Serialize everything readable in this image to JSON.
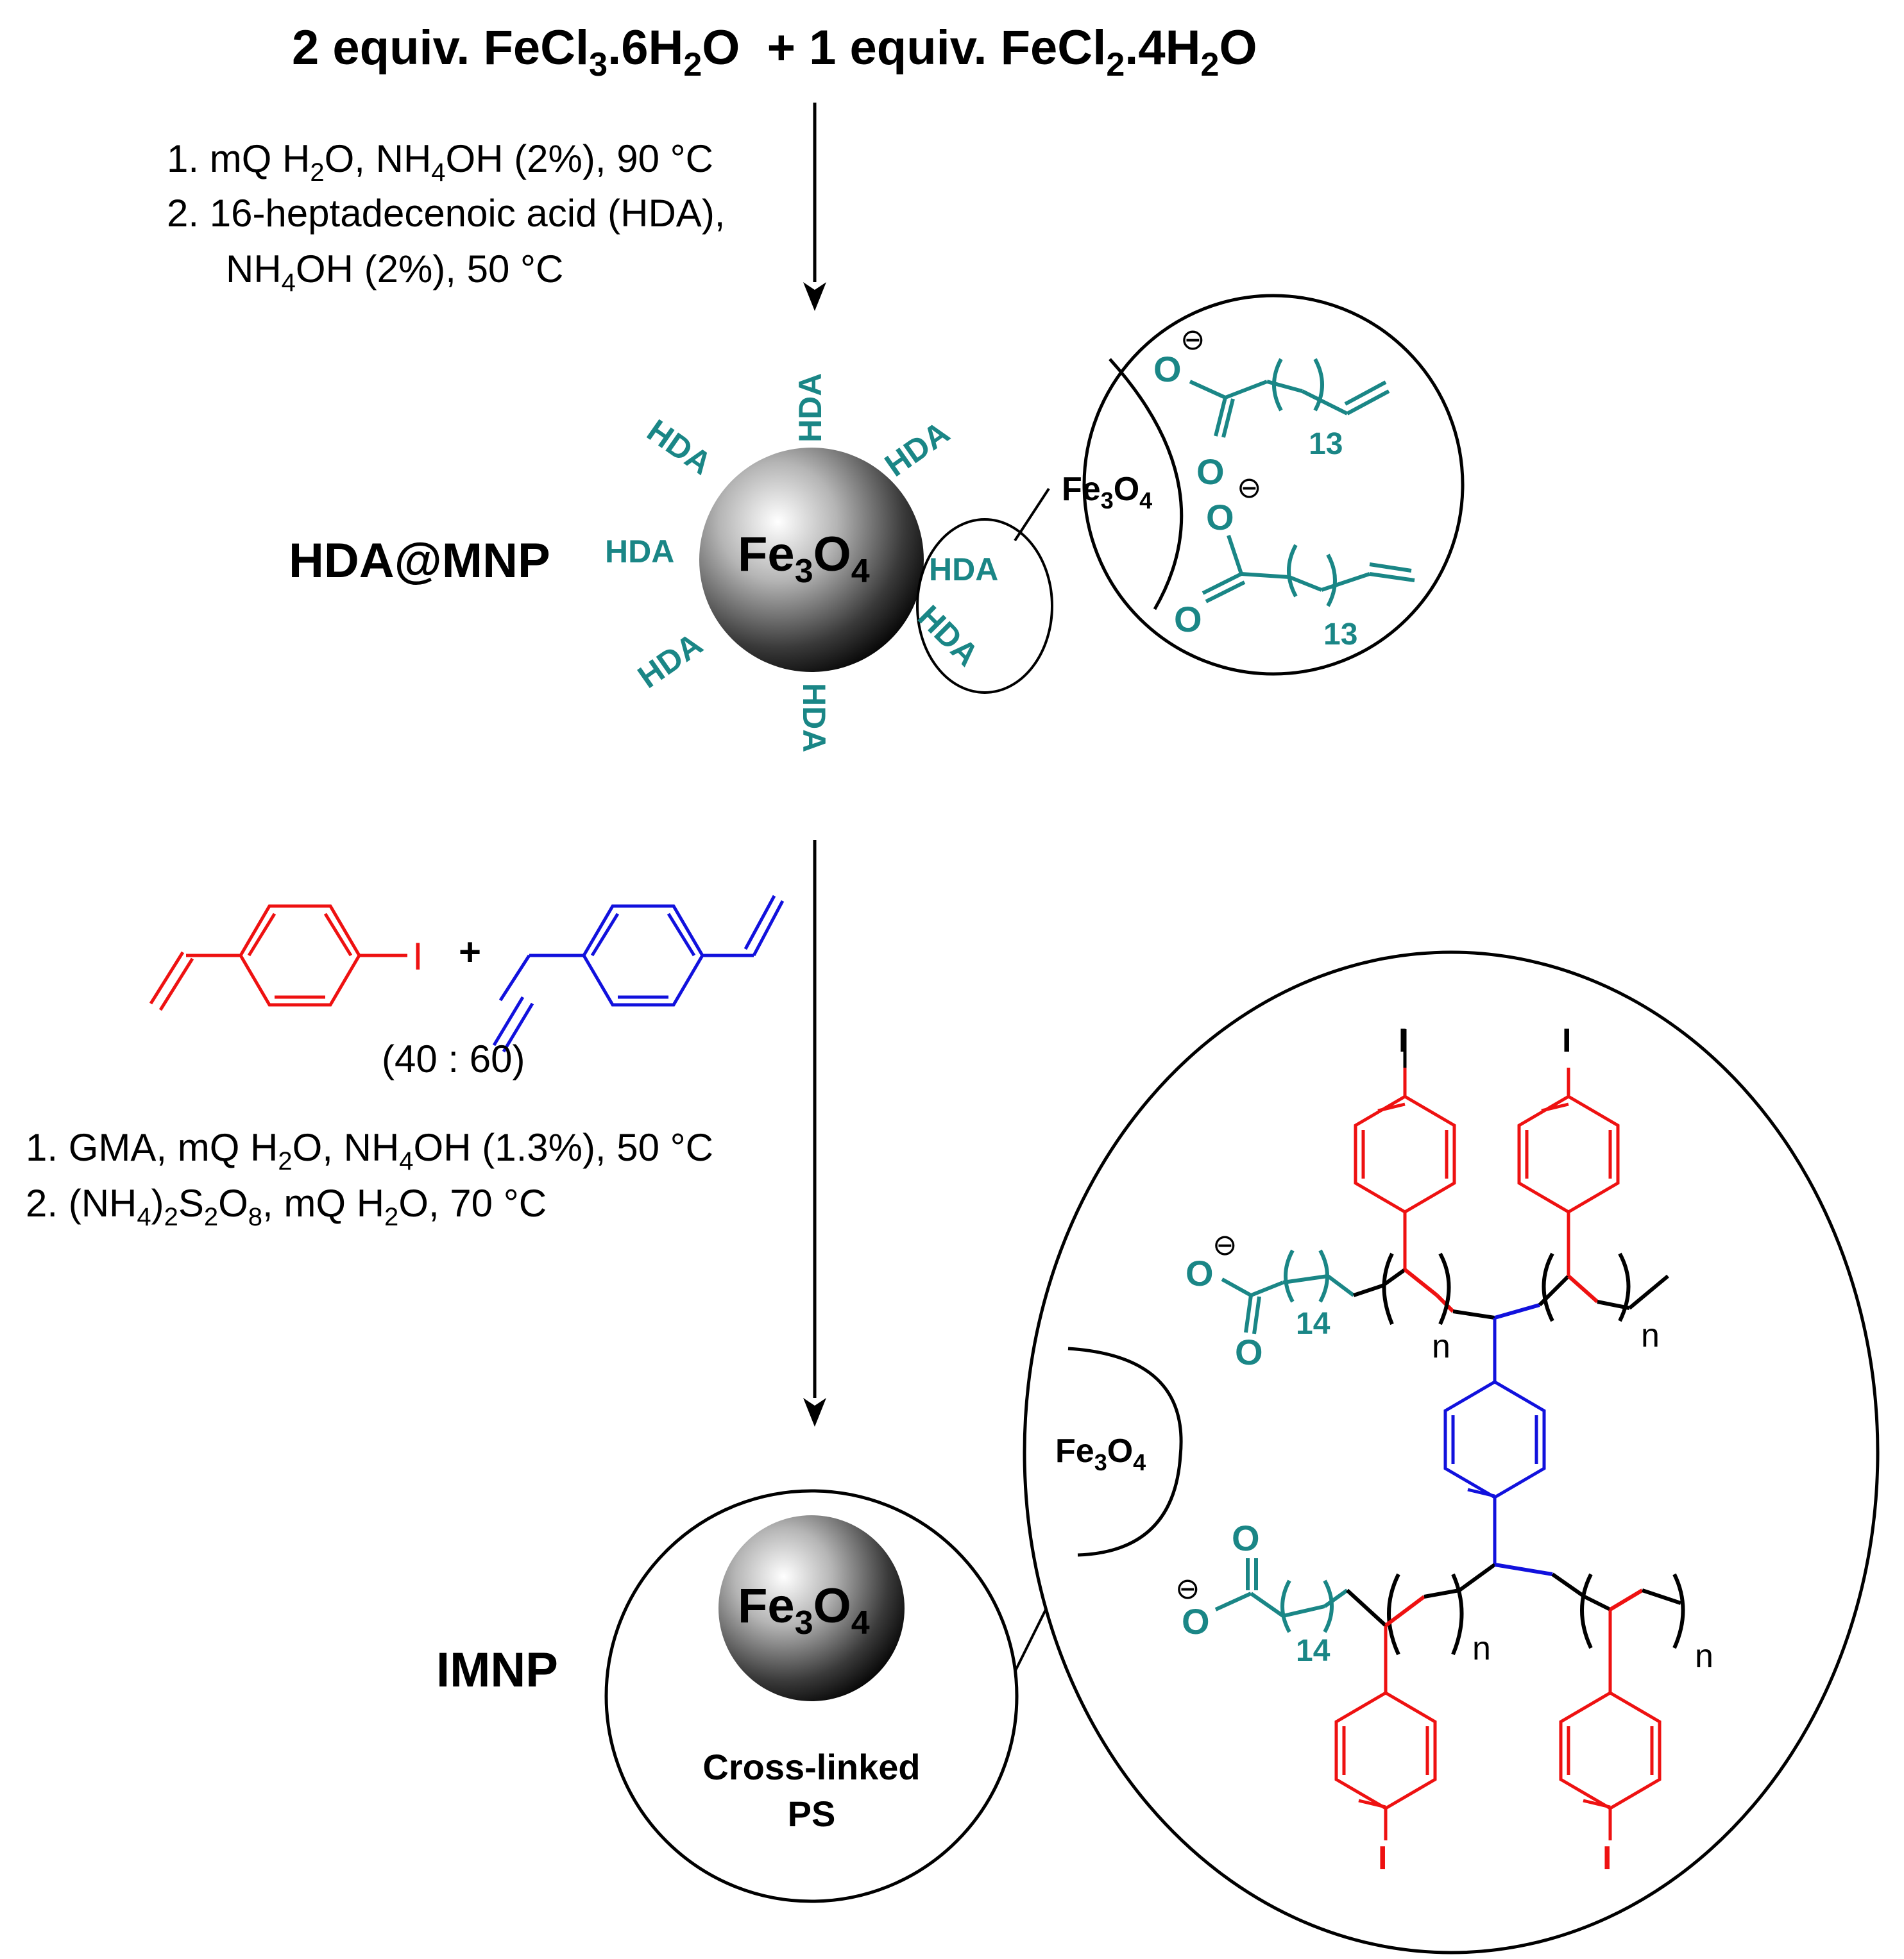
{
  "colors": {
    "black": "#000000",
    "teal": "#1a8686",
    "red": "#ee1111",
    "blue": "#1111dd"
  },
  "reactants": {
    "part1": "2 equiv. FeCl",
    "sub1": "3",
    "part2": ".6H",
    "sub2": "2",
    "part3": "O  + 1 equiv. FeCl",
    "sub3": "2",
    "part4": ".4H",
    "sub4": "2",
    "part5": "O"
  },
  "step1_conditions": {
    "line1_a": "1. mQ H",
    "line1_sub1": "2",
    "line1_b": "O, NH",
    "line1_sub2": "4",
    "line1_c": "OH (2%), 90 °C",
    "line2": "2. 16-heptadecenoic acid (HDA),",
    "line3_a": "NH",
    "line3_sub": "4",
    "line3_b": "OH (2%), 50 °C"
  },
  "hda_mnp": {
    "label": "HDA@MNP",
    "core": "Fe",
    "core_sub1": "3",
    "core_o": "O",
    "core_sub2": "4",
    "ligand": "HDA",
    "zoom_core": "Fe",
    "zoom_sub1": "3",
    "zoom_o": "O",
    "zoom_sub2": "4",
    "oxygen": "O",
    "charge": "⊖",
    "repeat": "13"
  },
  "monomers": {
    "iodine": "I",
    "plus": "+",
    "ratio": "(40 : 60)"
  },
  "step2_conditions": {
    "line1_a": "1. GMA, mQ H",
    "line1_sub": "2",
    "line1_b": "O, NH",
    "line1_sub2": "4",
    "line1_c": "OH (1.3%), 50 °C",
    "line2_a": "2. (NH",
    "line2_sub1": "4",
    "line2_b": ")",
    "line2_sub2": "2",
    "line2_c": "S",
    "line2_sub3": "2",
    "line2_d": "O",
    "line2_sub4": "8",
    "line2_e": ", mQ H",
    "line2_sub5": "2",
    "line2_f": "O, 70 °C"
  },
  "imnp": {
    "label": "IMNP",
    "core": "Fe",
    "core_sub1": "3",
    "core_o": "O",
    "core_sub2": "4",
    "shell_line1": "Cross-linked",
    "shell_line2": "PS",
    "zoom_core": "Fe",
    "zoom_sub1": "3",
    "zoom_o": "O",
    "zoom_sub2": "4",
    "oxygen": "O",
    "charge": "⊖",
    "repeat": "14",
    "n": "n",
    "iodine": "I"
  }
}
